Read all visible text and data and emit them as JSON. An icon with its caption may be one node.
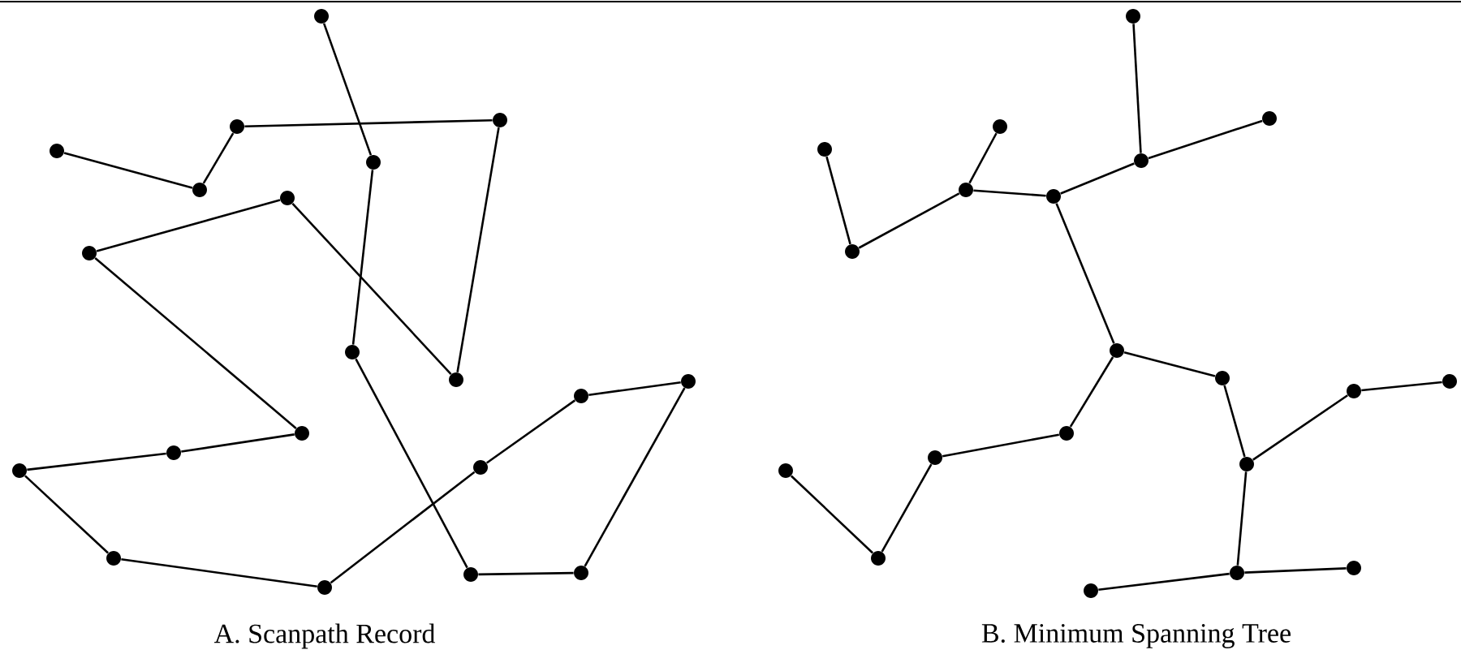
{
  "diagram": {
    "nodes": [
      {
        "text": [],
        "shape": "circle"
      },
      {
        "text": [],
        "shape": "circle"
      },
      {
        "text": [],
        "shape": "circle"
      },
      {
        "text": [],
        "shape": "circle"
      },
      {
        "text": [],
        "shape": "circle"
      },
      {
        "text": [],
        "shape": "circle"
      },
      {
        "text": [],
        "shape": "circle"
      },
      {
        "text": [],
        "shape": "circle"
      },
      {
        "text": [],
        "shape": "circle"
      },
      {
        "text": [],
        "shape": "circle"
      },
      {
        "text": [],
        "shape": "circle"
      },
      {
        "text": [],
        "shape": "circle"
      },
      {
        "text": [],
        "shape": "circle"
      },
      {
        "text": [],
        "shape": "circle"
      },
      {
        "text": [],
        "shape": "circle"
      },
      {
        "text": [],
        "shape": "circle"
      },
      {
        "text": [],
        "shape": "circle"
      },
      {
        "text": [],
        "shape": "circle"
      },
      {
        "text": [],
        "shape": "circle"
      },
      {
        "text": [],
        "shape": "circle"
      },
      {
        "text": [],
        "shape": "circle"
      },
      {
        "text": [],
        "shape": "circle"
      },
      {
        "text": [],
        "shape": "circle"
      },
      {
        "text": [],
        "shape": "circle"
      },
      {
        "text": [],
        "shape": "circle"
      },
      {
        "text": [],
        "shape": "circle"
      },
      {
        "text": [],
        "shape": "circle"
      },
      {
        "text": [],
        "shape": "circle"
      },
      {
        "text": [],
        "shape": "circle"
      },
      {
        "text": [],
        "shape": "circle"
      },
      {
        "text": [],
        "shape": "circle"
      },
      {
        "text": [],
        "shape": "circle"
      },
      {
        "text": [],
        "shape": "circle"
      },
      {
        "text": [],
        "shape": "circle"
      },
      {
        "text": [],
        "shape": "circle"
      },
      {
        "text": [],
        "shape": "circle"
      },
      {
        "text": [],
        "shape": "circle"
      },
      {
        "text": [],
        "shape": "circle"
      },
      {
        "text": [],
        "shape": "circle"
      },
      {
        "text": [],
        "shape": "circle"
      }
    ],
    "edges": [
      {
        "from": 0,
        "to": 1,
        "arrow": "none"
      },
      {
        "from": 1,
        "to": 2,
        "arrow": "none"
      },
      {
        "from": 2,
        "to": 3,
        "arrow": "none"
      },
      {
        "from": 3,
        "to": 4,
        "arrow": "none"
      },
      {
        "from": 4,
        "to": 5,
        "arrow": "none"
      },
      {
        "from": 5,
        "to": 6,
        "arrow": "none"
      },
      {
        "from": 6,
        "to": 7,
        "arrow": "none"
      },
      {
        "from": 7,
        "to": 8,
        "arrow": "none"
      },
      {
        "from": 8,
        "to": 9,
        "arrow": "none"
      },
      {
        "from": 9,
        "to": 10,
        "arrow": "none"
      },
      {
        "from": 10,
        "to": 11,
        "arrow": "none"
      },
      {
        "from": 11,
        "to": 12,
        "arrow": "none"
      },
      {
        "from": 12,
        "to": 13,
        "arrow": "none"
      },
      {
        "from": 13,
        "to": 14,
        "arrow": "none"
      },
      {
        "from": 14,
        "to": 15,
        "arrow": "none"
      },
      {
        "from": 15,
        "to": 16,
        "arrow": "none"
      },
      {
        "from": 16,
        "to": 17,
        "arrow": "none"
      },
      {
        "from": 17,
        "to": 18,
        "arrow": "none"
      },
      {
        "from": 18,
        "to": 19,
        "arrow": "none"
      },
      {
        "from": 20,
        "to": 21,
        "arrow": "none"
      },
      {
        "from": 21,
        "to": 22,
        "arrow": "none"
      },
      {
        "from": 21,
        "to": 23,
        "arrow": "none"
      },
      {
        "from": 23,
        "to": 24,
        "arrow": "none"
      },
      {
        "from": 24,
        "to": 25,
        "arrow": "none"
      },
      {
        "from": 24,
        "to": 26,
        "arrow": "none"
      },
      {
        "from": 26,
        "to": 27,
        "arrow": "none"
      },
      {
        "from": 23,
        "to": 28,
        "arrow": "none"
      },
      {
        "from": 28,
        "to": 29,
        "arrow": "none"
      },
      {
        "from": 28,
        "to": 30,
        "arrow": "none"
      },
      {
        "from": 30,
        "to": 31,
        "arrow": "none"
      },
      {
        "from": 31,
        "to": 32,
        "arrow": "none"
      },
      {
        "from": 32,
        "to": 33,
        "arrow": "none"
      },
      {
        "from": 29,
        "to": 34,
        "arrow": "none"
      },
      {
        "from": 34,
        "to": 35,
        "arrow": "none"
      },
      {
        "from": 35,
        "to": 36,
        "arrow": "none"
      },
      {
        "from": 34,
        "to": 37,
        "arrow": "none"
      },
      {
        "from": 37,
        "to": 38,
        "arrow": "none"
      },
      {
        "from": 37,
        "to": 39,
        "arrow": "none"
      }
    ],
    "labels": [
      "A. Scanpath Record",
      "B. Minimum Spanning Tree"
    ]
  }
}
